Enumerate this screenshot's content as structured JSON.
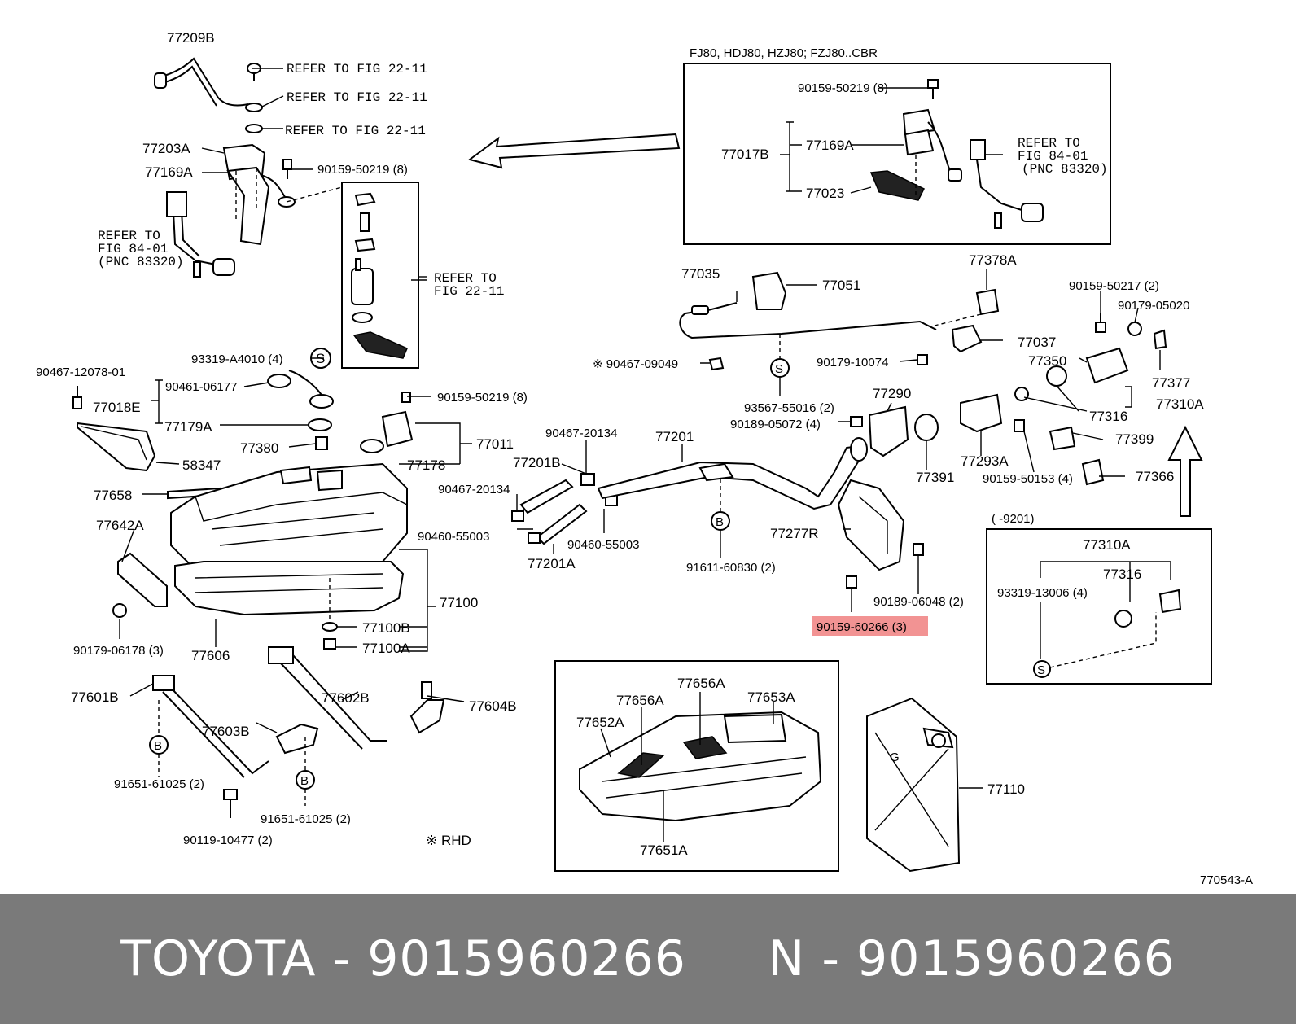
{
  "highlight_color": "#f08080",
  "footer_bg": "#7a7a7a",
  "footer": {
    "brand": "TOYOTA",
    "sep1": " - ",
    "part1": "9015960266",
    "gap": "     ",
    "variant": "N",
    "sep2": " - ",
    "part2": "9015960266"
  },
  "inset_top": {
    "title": "FJ80, HDJ80, HZJ80; FZJ80..CBR"
  },
  "inset_right": {
    "title": "(       -9201)"
  },
  "labels": {
    "p77209B": "77209B",
    "refer1": "REFER TO FIG 22-11",
    "refer2": "REFER TO FIG 22-11",
    "refer3": "REFER TO FIG 22-11",
    "p77203A": "77203A",
    "p77169A_l": "77169A",
    "p90159_50219_l": "90159-50219 (8)",
    "refer_fig84_l1": "REFER TO",
    "refer_fig84_l2": "FIG 84-01",
    "refer_fig84_l3": "(PNC 83320)",
    "refer_fig22_l1": "REFER TO",
    "refer_fig22_l2": "FIG 22-11",
    "p90159_50219_t": "90159-50219 (8)",
    "p77017B": "77017B",
    "p77169A_t": "77169A",
    "p77023": "77023",
    "refer_fig84_t1": "REFER TO",
    "refer_fig84_t2": "FIG 84-01",
    "refer_fig84_t3": "(PNC 83320)",
    "p90467_12078": "90467-12078-01",
    "p93319_A4010": "93319-A4010 (4)",
    "p90461_06177": "90461-06177",
    "p77018E": "77018E",
    "p77179A": "77179A",
    "p90159_50219_m": "90159-50219 (8)",
    "p77011": "77011",
    "p77178": "77178",
    "p77380": "77380",
    "p58347": "58347",
    "p77658": "77658",
    "p77642A": "77642A",
    "p90179_06178": "90179-06178 (3)",
    "p77606": "77606",
    "p77100": "77100",
    "p77100B": "77100B",
    "p77100A": "77100A",
    "p90467_20134_a": "90467-20134",
    "p90467_20134_b": "90467-20134",
    "p77201B": "77201B",
    "p77201": "77201",
    "p90460_55003_a": "90460-55003",
    "p90460_55003_b": "90460-55003",
    "p77201A": "77201A",
    "p91611_60830": "91611-60830 (2)",
    "p77035": "77035",
    "p77051": "77051",
    "p90467_09049": "※ 90467-09049",
    "p93567_55016": "93567-55016 (2)",
    "p77378A": "77378A",
    "p77037": "77037",
    "p90179_10074": "90179-10074",
    "p90189_05072": "90189-05072 (4)",
    "p77290": "77290",
    "p77391": "77391",
    "p77293A": "77293A",
    "p90159_50153": "90159-50153 (4)",
    "p90159_50217": "90159-50217 (2)",
    "p90179_05020": "90179-05020",
    "p77350": "77350",
    "p77377": "77377",
    "p77316_m": "77316",
    "p77310A_m": "77310A",
    "p77399": "77399",
    "p77366": "77366",
    "p77277R": "77277R",
    "p90189_06048": "90189-06048 (2)",
    "p90159_60266": "90159-60266 (3)",
    "p77310A_box": "77310A",
    "p77316_box": "77316",
    "p93319_13006": "93319-13006 (4)",
    "p77601B": "77601B",
    "p77602B": "77602B",
    "p77604B": "77604B",
    "p77603B": "77603B",
    "p91651_61025_a": "91651-61025 (2)",
    "p91651_61025_b": "91651-61025 (2)",
    "p90119_10477": "90119-10477 (2)",
    "rhd": "※ RHD",
    "p77656A_a": "77656A",
    "p77656A_b": "77656A",
    "p77653A": "77653A",
    "p77652A": "77652A",
    "p77651A": "77651A",
    "p77110": "77110",
    "fig_code": "770543-A"
  },
  "symbols": {
    "S": "S",
    "B": "B",
    "G": "G"
  }
}
